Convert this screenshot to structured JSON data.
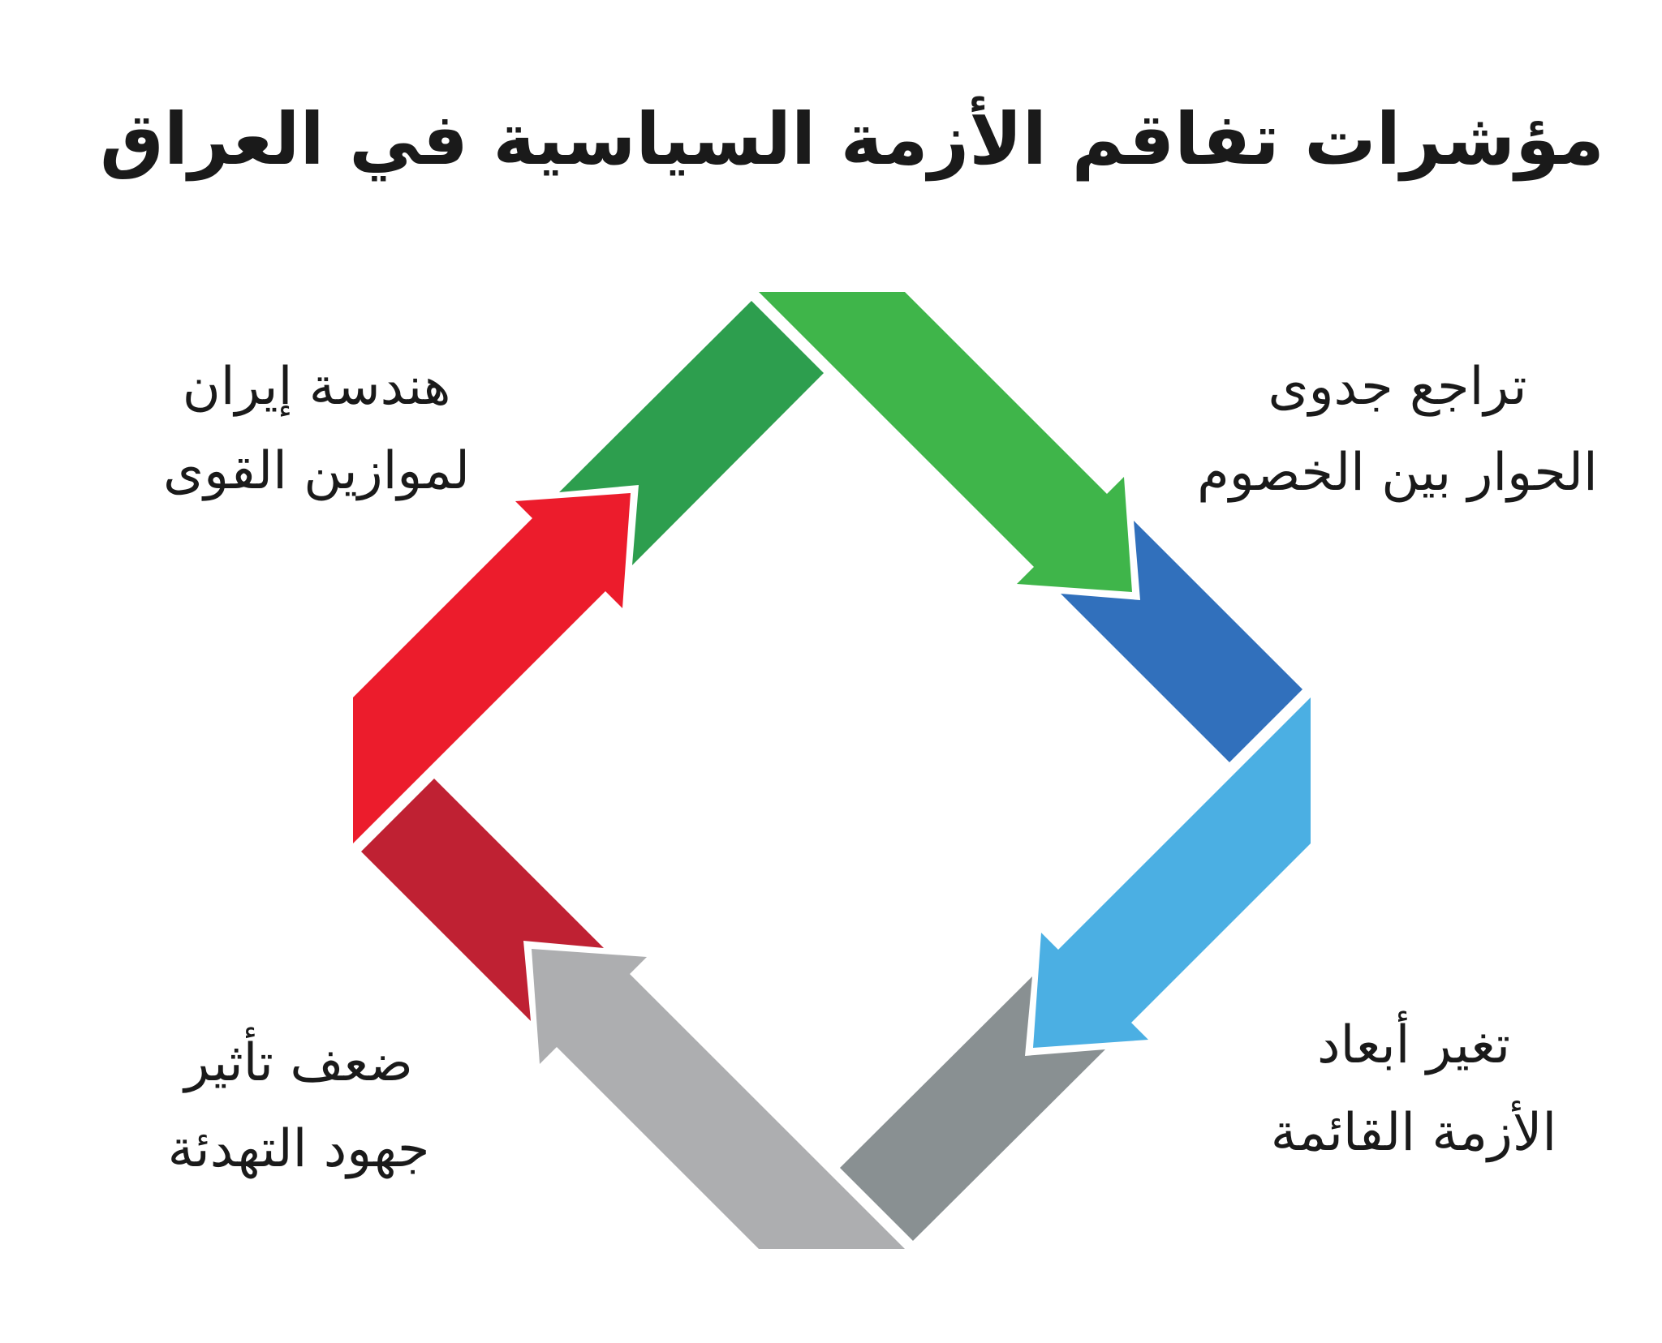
{
  "title": "مؤشرات تفاقم الأزمة السياسية في العراق",
  "labels": {
    "top_right": {
      "line1": "تراجع جدوى",
      "line2": "الحوار بين الخصوم"
    },
    "top_left": {
      "line1": "هندسة إيران",
      "line2": "لموازين القوى"
    },
    "bottom_right": {
      "line1": "تغير أبعاد",
      "line2": "الأزمة القائمة"
    },
    "bottom_left": {
      "line1": "ضعف تأثير",
      "line2": "جهود التهدئة"
    }
  },
  "colors": {
    "background": "#ffffff",
    "text": "#1a1a1a",
    "green_dark": "#2D9E4E",
    "green_bright": "#3FB54A",
    "blue_dark": "#3170BC",
    "blue_light": "#4BAFE3",
    "gray_dark": "#899092",
    "gray_light": "#ADAEB0",
    "red_dark": "#BF2133",
    "red_bright": "#EC1C2C"
  }
}
